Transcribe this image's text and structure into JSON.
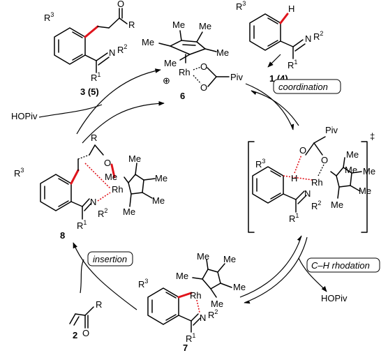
{
  "labels": {
    "cmpd3": "3 (5)",
    "cmpd1": "1 (4)",
    "cmpd6": "6",
    "cmpd8": "8",
    "cmpd2": "2",
    "cmpd7": "7",
    "r3": "R",
    "sup3": "3",
    "r1": "R",
    "sup1": "1",
    "r2": "R",
    "sup2": "2",
    "r": "R",
    "o": "O",
    "n": "N",
    "h": "H",
    "rh": "Rh",
    "me": "Me",
    "piv": "Piv",
    "plus": "⊕",
    "dagger": "‡"
  },
  "steps": {
    "coordination": "coordination",
    "insertion": "insertion",
    "ch_rhodation": "C–H rhodation"
  },
  "reagents": {
    "hopiv_top": "HOPiv",
    "hopiv_right": "HOPiv"
  },
  "colors": {
    "bond": "#000000",
    "highlight": "#e0141c"
  }
}
